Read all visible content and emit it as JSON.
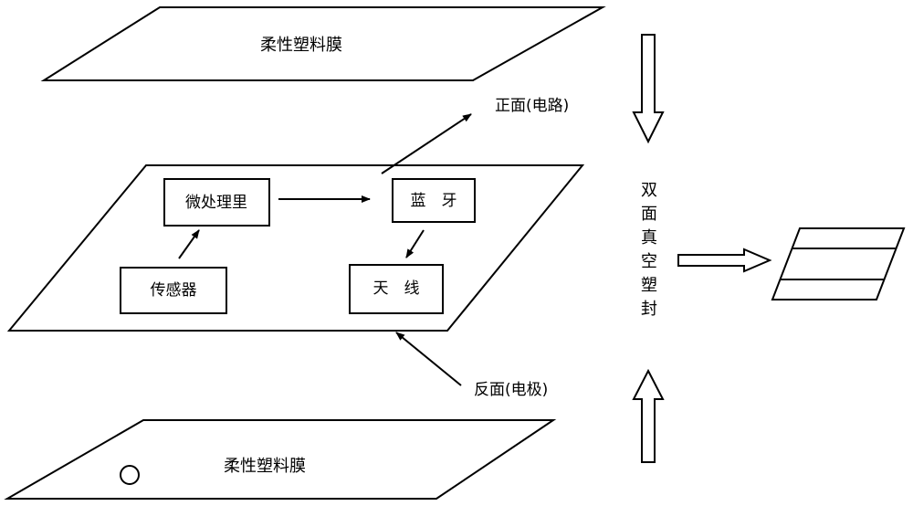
{
  "diagram": {
    "top_film": {
      "label": "柔性塑料膜"
    },
    "bottom_film": {
      "label": "柔性塑料膜"
    },
    "front_side_label": "正面(电路)",
    "back_side_label": "反面(电极)",
    "process_label": [
      "双",
      "面",
      "真",
      "空",
      "塑",
      "封"
    ],
    "board": {
      "microprocessor": "微处理里",
      "bluetooth": "蓝　牙",
      "sensor": "传感器",
      "antenna": "天　线"
    },
    "colors": {
      "line": "#000000",
      "background": "#ffffff"
    }
  }
}
